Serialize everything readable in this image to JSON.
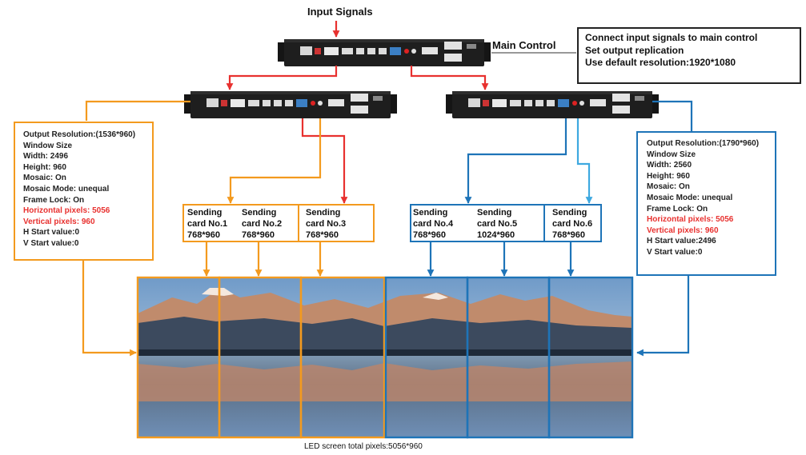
{
  "input_signals": "Input Signals",
  "main_control": "Main Control",
  "notes": [
    "Connect input signals to main control",
    "Set output replication",
    "Use default resolution:1920*1080"
  ],
  "left_panel": [
    {
      "text": "Output Resolution:(1536*960)",
      "red": false
    },
    {
      "text": "Window Size",
      "red": false
    },
    {
      "text": "Width: 2496",
      "red": false
    },
    {
      "text": "Height: 960",
      "red": false
    },
    {
      "text": "Mosaic: On",
      "red": false
    },
    {
      "text": "Mosaic Mode: unequal",
      "red": false
    },
    {
      "text": "Frame Lock: On",
      "red": false
    },
    {
      "text": "Horizontal pixels: 5056",
      "red": true
    },
    {
      "text": "Vertical pixels: 960",
      "red": true
    },
    {
      "text": "H Start value:0",
      "red": false
    },
    {
      "text": "V Start value:0",
      "red": false
    }
  ],
  "right_panel": [
    {
      "text": "Output Resolution:(1790*960)",
      "red": false
    },
    {
      "text": "Window Size",
      "red": false
    },
    {
      "text": "Width: 2560",
      "red": false
    },
    {
      "text": "Height: 960",
      "red": false
    },
    {
      "text": "Mosaic: On",
      "red": false
    },
    {
      "text": "Mosaic Mode: unequal",
      "red": false
    },
    {
      "text": "Frame Lock: On",
      "red": false
    },
    {
      "text": "Horizontal pixels: 5056",
      "red": true
    },
    {
      "text": "Vertical pixels: 960",
      "red": true
    },
    {
      "text": "H Start value:2496",
      "red": false
    },
    {
      "text": "V Start value:0",
      "red": false
    }
  ],
  "cards": [
    {
      "l1": "Sending",
      "l2": "card No.1",
      "res": "768*960"
    },
    {
      "l1": "Sending",
      "l2": "card No.2",
      "res": "768*960"
    },
    {
      "l1": "Sending",
      "l2": "card No.3",
      "res": "768*960"
    },
    {
      "l1": "Sending",
      "l2": "card No.4",
      "res": "768*960"
    },
    {
      "l1": "Sending",
      "l2": "card No.5",
      "res": "1024*960"
    },
    {
      "l1": "Sending",
      "l2": "card No.6",
      "res": "768*960"
    }
  ],
  "led_total": "LED screen total pixels:5056*960",
  "colors": {
    "orange": "#f39a1e",
    "blue": "#1e74b8",
    "light_blue": "#3ea9e0",
    "red": "#e8312f",
    "device": "#1e1e1e"
  },
  "icons": [
    "video-processor-device",
    "mountain-lake-landscape"
  ]
}
